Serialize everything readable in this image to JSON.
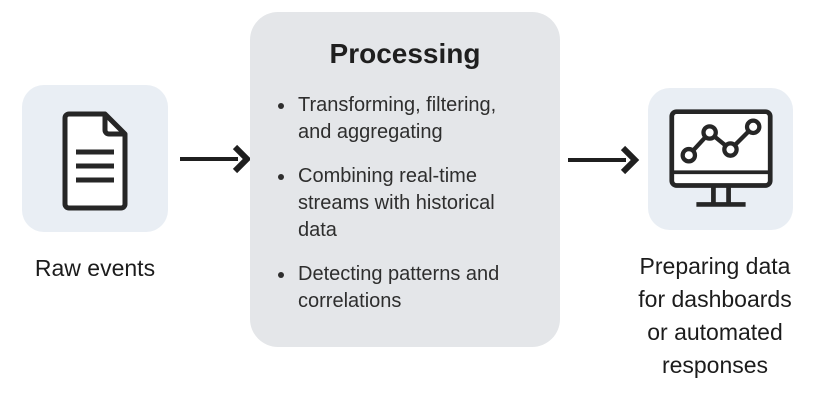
{
  "source": {
    "caption": "Raw events",
    "icon": "document-icon"
  },
  "process": {
    "title": "Processing",
    "bullets": [
      "Transforming, filtering, and aggregating",
      "Combining real-time streams with historical data",
      "Detecting patterns and correlations"
    ]
  },
  "output": {
    "icon": "monitor-line-chart-icon",
    "caption_lines": [
      "Preparing data",
      "for dashboards",
      "or automated",
      "responses"
    ]
  },
  "arrows": {
    "icon": "arrow-right-icon"
  },
  "colors": {
    "card_bg": "#e9eef4",
    "box_bg": "#e4e6e9",
    "icon_stroke": "#262626",
    "text": "#1f1f1f"
  }
}
